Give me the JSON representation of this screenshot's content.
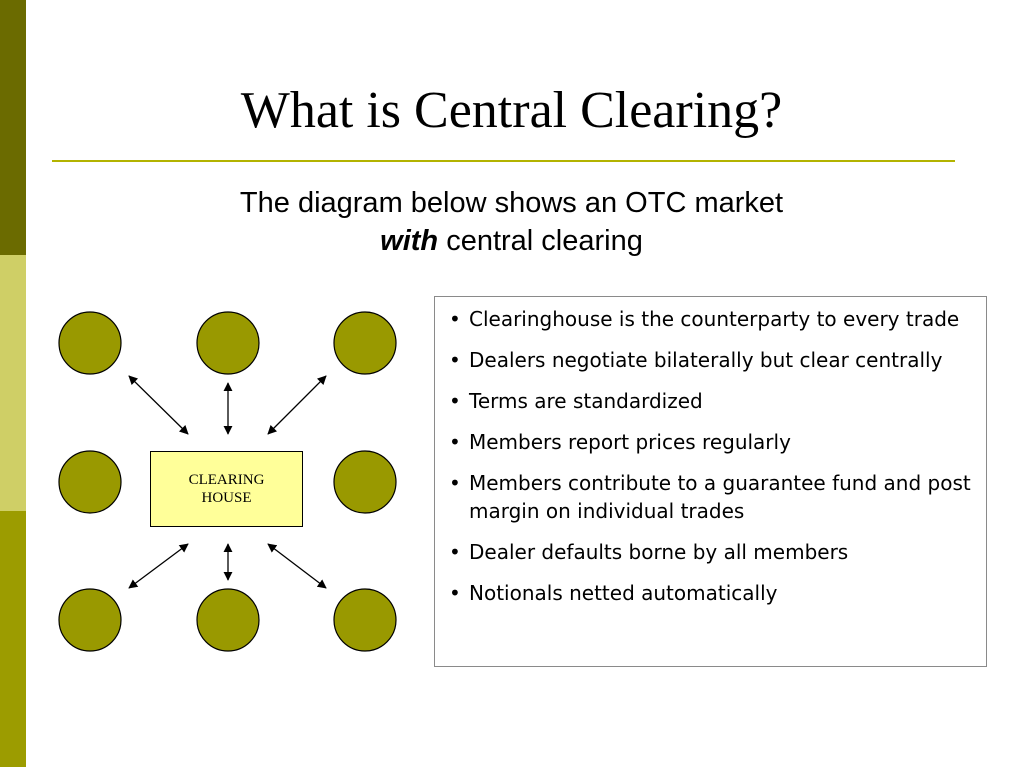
{
  "slide": {
    "title": "What is Central Clearing?",
    "subtitle_line1": "The diagram below shows an OTC market",
    "subtitle_emphasis": "with",
    "subtitle_rest": " central clearing"
  },
  "diagram": {
    "center_label_line1": "CLEARING",
    "center_label_line2": "HOUSE",
    "member_count": 8
  },
  "bullets": [
    "Clearinghouse is the counterparty to every trade",
    "Dealers negotiate bilaterally but clear centrally",
    "Terms are standardized",
    "Members report prices regularly",
    "Members contribute to a guarantee fund and post margin on individual trades",
    "Dealer defaults borne by all members",
    "Notionals netted automatically"
  ],
  "colors": {
    "sidebar_dark": "#6b6b00",
    "sidebar_light": "#cfcf66",
    "sidebar_mid": "#9c9c00",
    "title_rule": "#b3b300",
    "node_fill": "#999900",
    "clearing_box_fill": "#ffff99"
  }
}
